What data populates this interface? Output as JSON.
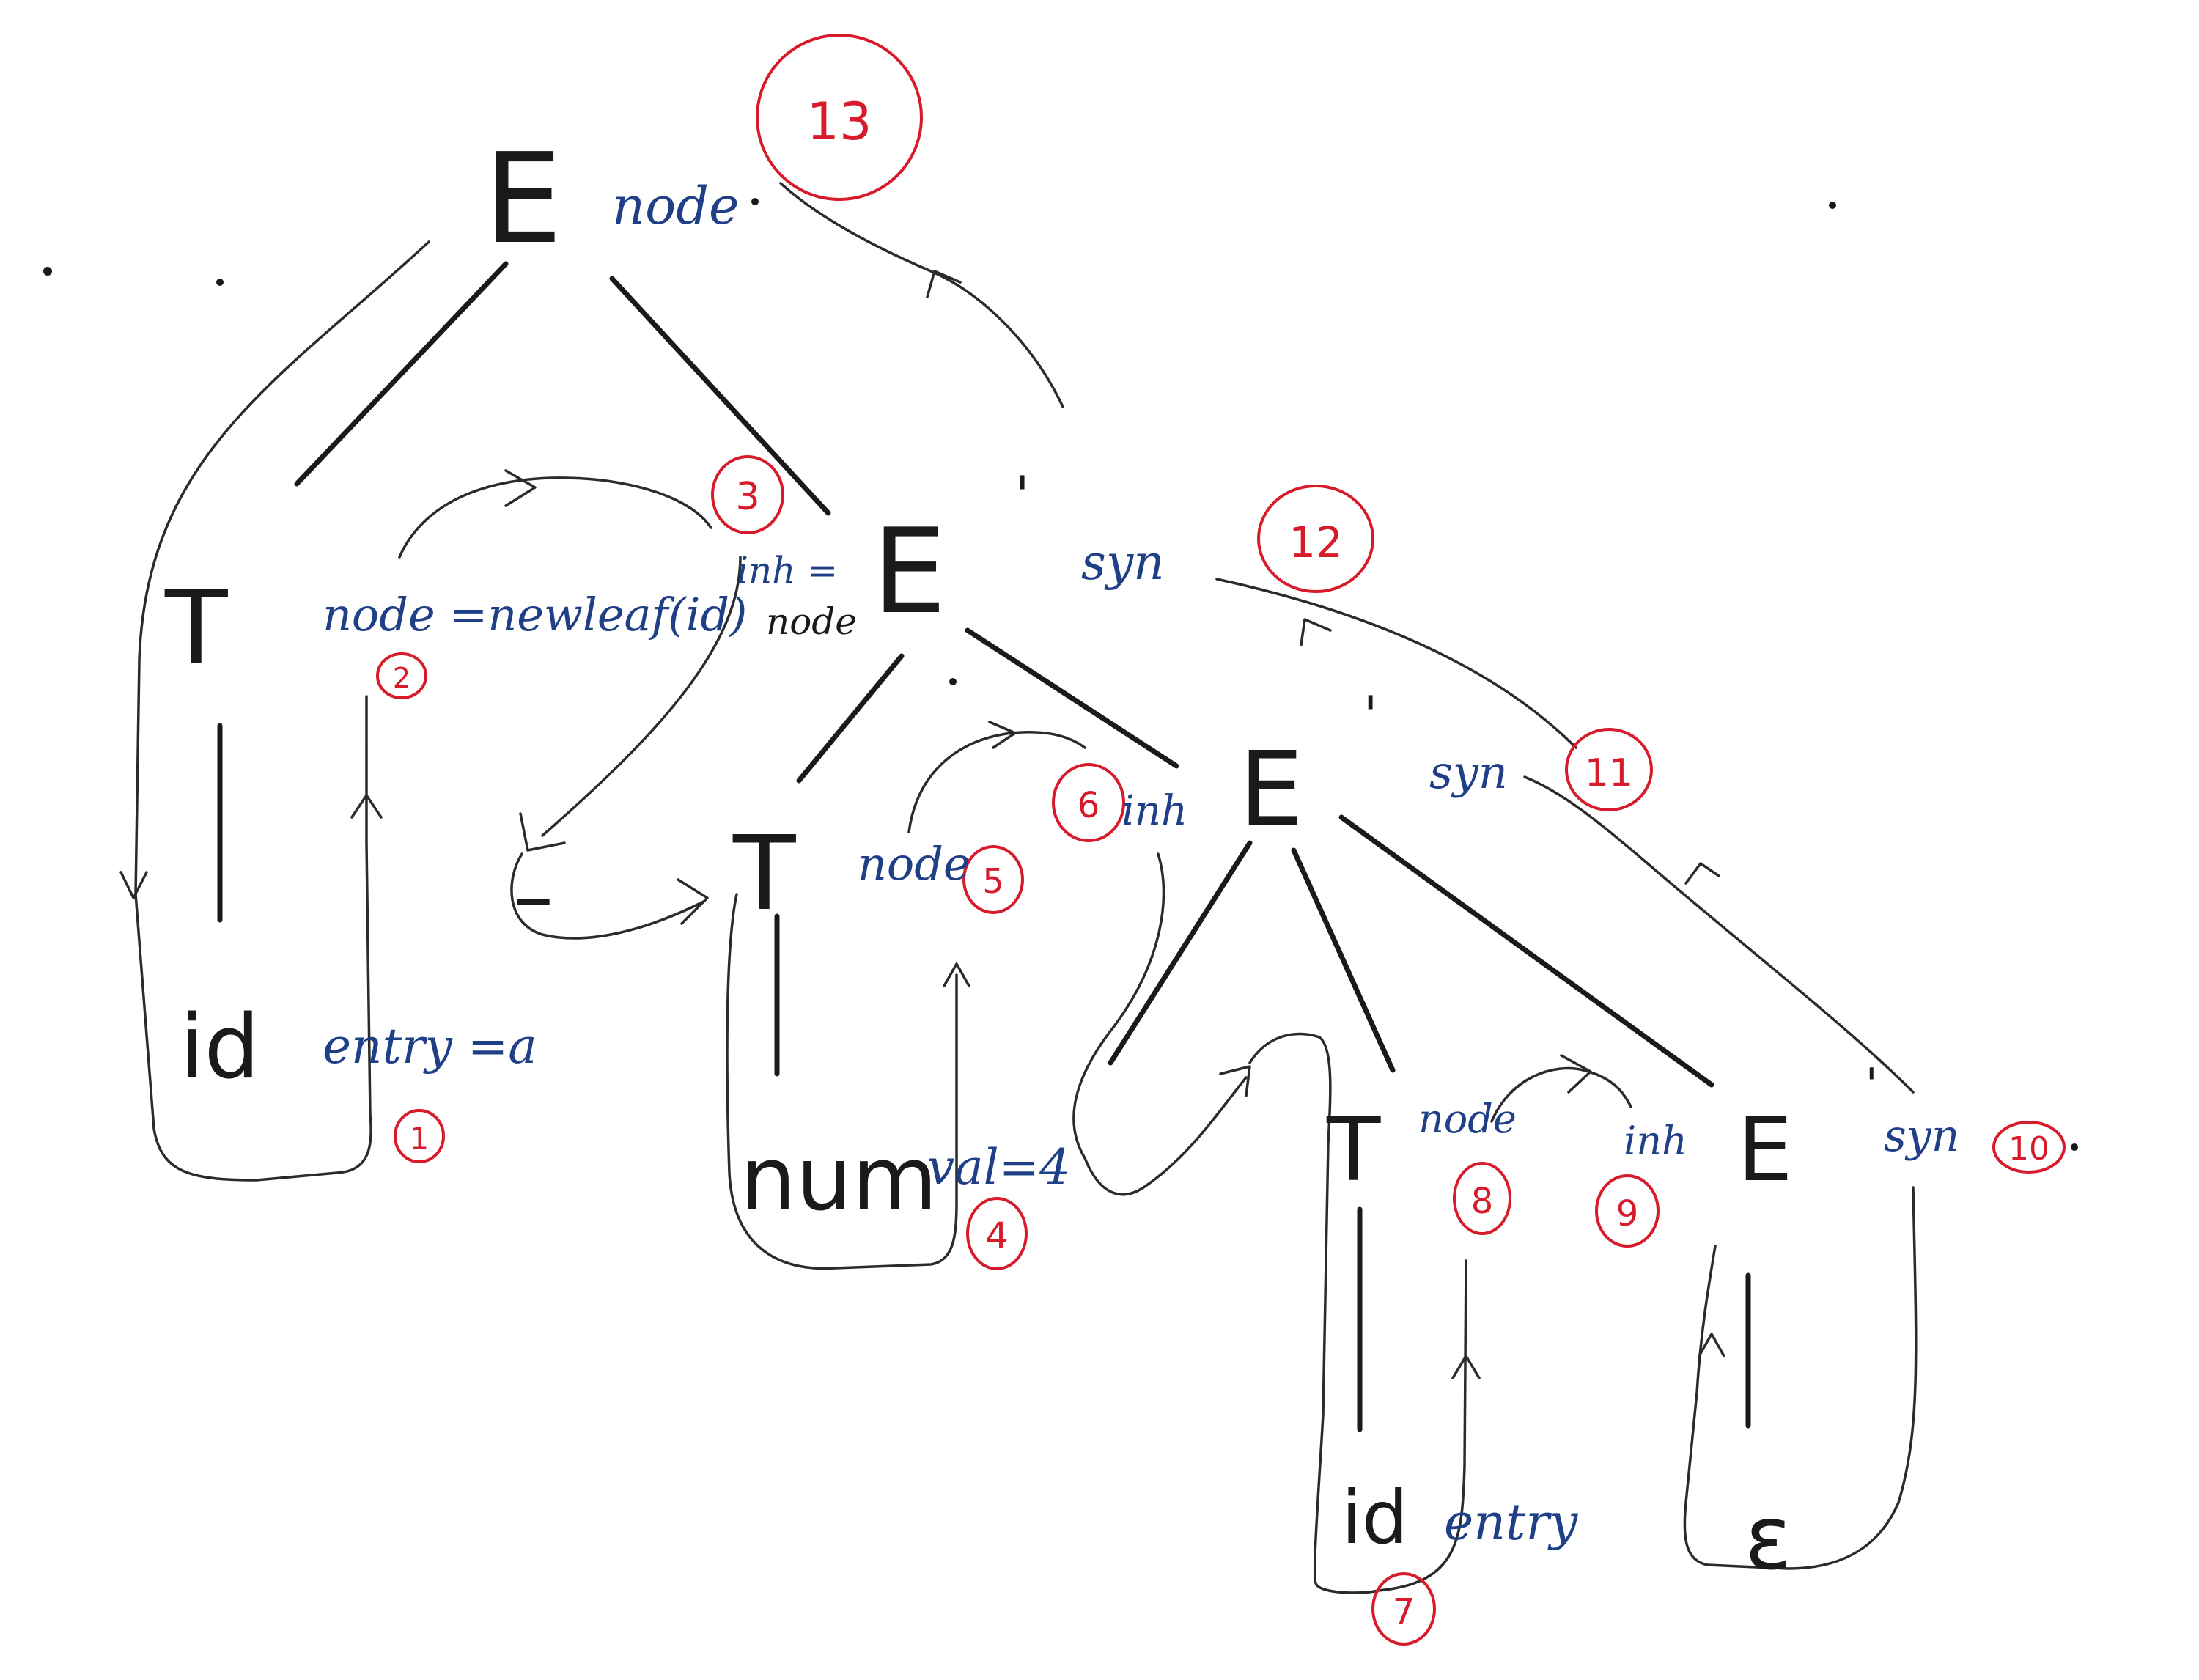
{
  "grammar_symbols": {
    "e_root": "E",
    "t1": "T",
    "id1": "id",
    "e_prime1": "E",
    "prime_mark1": "'",
    "minus": "–",
    "t2": "T",
    "num": "num",
    "e_prime2": "E",
    "prime_mark2": "'",
    "t3": "T",
    "id2": "id",
    "e_prime3": "E",
    "prime_mark3": "'",
    "epsilon": "ε"
  },
  "attributes": {
    "root_node": "node",
    "newleaf": "node =newleaf(id)",
    "entry_a": "entry =a",
    "inh1_line1": "inh =",
    "inh1_line2": "node",
    "syn1": "syn",
    "node_t2": "node",
    "val": "val=4",
    "inh2": "inh",
    "syn2": "syn",
    "node_t3": "node",
    "entry2": "entry",
    "inh3": "inh",
    "syn3": "syn"
  },
  "steps": {
    "s1": "1",
    "s2": "2",
    "s3": "3",
    "s4": "4",
    "s5": "5",
    "s6": "6",
    "s7": "7",
    "s8": "8",
    "s9": "9",
    "s10": "10",
    "s11": "11",
    "s12": "12",
    "s13": "13"
  },
  "colors": {
    "ink": "#1a1a1a",
    "attribute_ink": "#1f3f86",
    "step_ink": "#d81b2a"
  }
}
